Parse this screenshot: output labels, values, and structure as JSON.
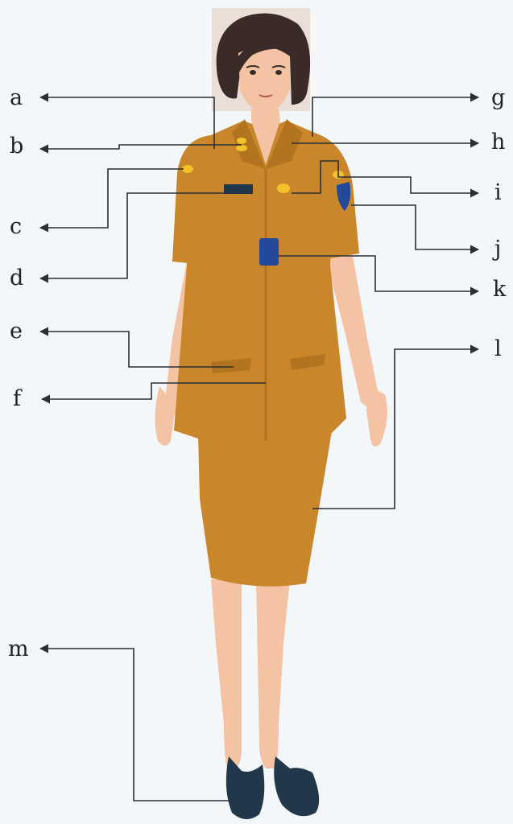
{
  "diagram": {
    "colors": {
      "uniform": "#c9862a",
      "uniform_shade": "#b3741f",
      "skin": "#f3c3a4",
      "hair": "#3a2b28",
      "shoe": "#23374a",
      "badge_blue": "#234a9a",
      "emblem_gold": "#f2c229",
      "line": "#2a2f36",
      "background": "#f4f7fa"
    },
    "labels": [
      {
        "key": "a",
        "text": "a"
      },
      {
        "key": "b",
        "text": "b"
      },
      {
        "key": "c",
        "text": "c"
      },
      {
        "key": "d",
        "text": "d"
      },
      {
        "key": "e",
        "text": "e"
      },
      {
        "key": "f",
        "text": "f"
      },
      {
        "key": "g",
        "text": "g"
      },
      {
        "key": "h",
        "text": "h"
      },
      {
        "key": "i",
        "text": "i"
      },
      {
        "key": "j",
        "text": "j"
      },
      {
        "key": "k",
        "text": "k"
      },
      {
        "key": "l",
        "text": "l"
      },
      {
        "key": "m",
        "text": "m"
      }
    ]
  }
}
